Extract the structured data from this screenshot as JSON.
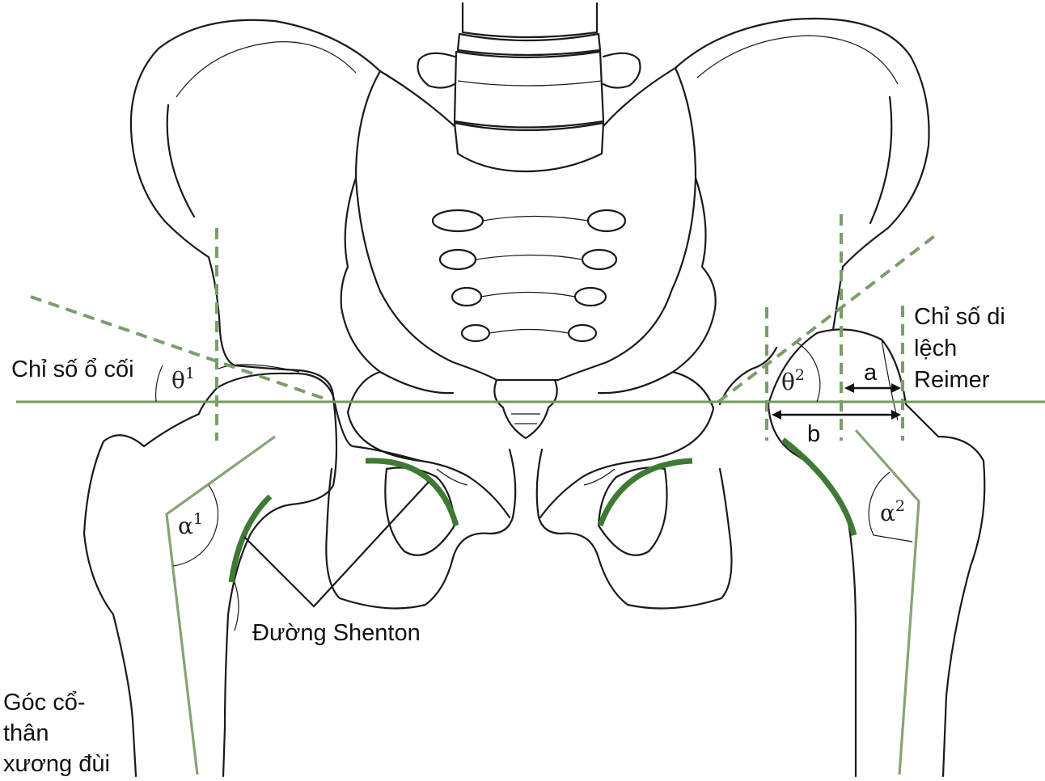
{
  "labels": {
    "acetabular_index": "Chỉ số ổ cối",
    "theta": "θ",
    "theta_1_sup": "1",
    "theta_2_sup": "2",
    "alpha": "α",
    "alpha_1_sup": "1",
    "alpha_2_sup": "2",
    "reimer_line1": "Chỉ số di",
    "reimer_line2": "lệch",
    "reimer_line3": "Reimer",
    "a": "a",
    "b": "b",
    "shenton": "Đường Shenton",
    "neck_shaft_line1": "Góc cổ-",
    "neck_shaft_line2": "thân",
    "neck_shaft_line3": "xương đùi"
  },
  "colors": {
    "outline": "#1a1a1a",
    "guide_green": "#6f9a5e",
    "shenton_green": "#3f7a34"
  }
}
